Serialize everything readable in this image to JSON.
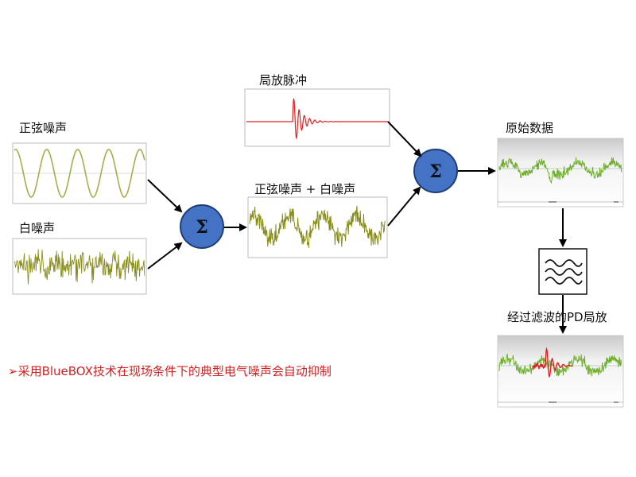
{
  "labels": {
    "pd_pulse": "局放脉冲",
    "sine_noise": "正弦噪声",
    "white_noise": "白噪声",
    "sine_plus_white": "正弦噪声 + 白噪声",
    "raw_data": "原始数据",
    "filtered_pd": "经过滤波的PD局放"
  },
  "operators": {
    "sum_symbol": "Σ"
  },
  "caption": {
    "bullet": "➢",
    "text": "采用BlueBOX技术在现场条件下的典型电气噪声会自动抑制"
  },
  "colors": {
    "noise_signal": "#8a8f1c",
    "sine_signal": "#a8ad4a",
    "pulse_signal": "#e02020",
    "green_signal": "#6fae2c",
    "sum_node_fill": "#4472c4",
    "sum_node_stroke": "#1f3d78",
    "caption_red": "#d42020",
    "panel_grid_green": "#3c8c3c"
  },
  "icons": {
    "filter": "bandpass-filter-icon",
    "arrow": "arrow-icon"
  }
}
